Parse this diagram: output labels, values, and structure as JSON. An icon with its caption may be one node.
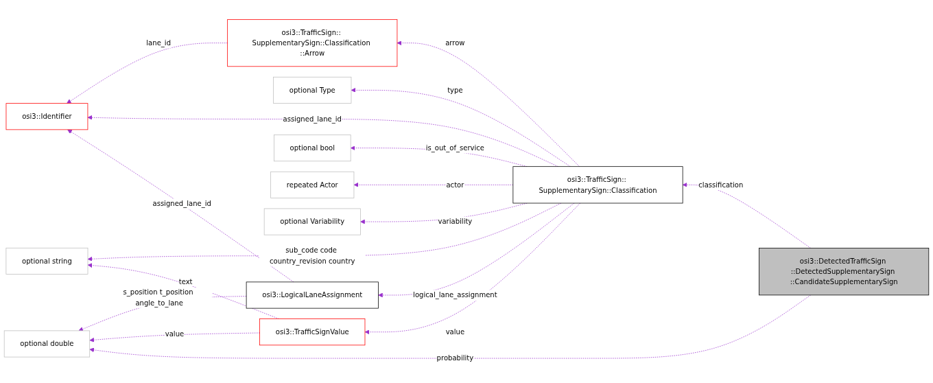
{
  "diagram": {
    "nodes": [
      {
        "text": [
          "osi3::TrafficSign:: SupplementarySign::Classification ::Arrow"
        ]
      },
      {
        "text": [
          "osi3::Identifier"
        ]
      },
      {
        "text": [
          "optional string"
        ]
      },
      {
        "text": [
          "optional Type"
        ]
      },
      {
        "text": [
          "osi3::LogicalLaneAssignment"
        ]
      },
      {
        "text": [
          "osi3::TrafficSign:: SupplementarySign::Classification"
        ]
      },
      {
        "text": [
          "optional bool"
        ]
      },
      {
        "text": [
          "repeated Actor"
        ]
      },
      {
        "text": [
          "optional Variability"
        ]
      },
      {
        "text": [
          "optional double"
        ]
      },
      {
        "text": [
          "osi3::TrafficSignValue"
        ]
      },
      {
        "text": [
          "osi3::DetectedTrafficSign ::DetectedSupplementarySign ::CandidateSupplementarySign"
        ]
      }
    ],
    "edges": [
      {
        "from": 0,
        "to": 1,
        "arrow": "to",
        "label": "lane_id",
        "style": "dashed"
      },
      {
        "from": 5,
        "to": 0,
        "arrow": "to",
        "label": "arrow",
        "style": "dashed"
      },
      {
        "from": 5,
        "to": 1,
        "arrow": "to",
        "label": "assigned_lane_id",
        "style": "dashed"
      },
      {
        "from": 4,
        "to": 1,
        "arrow": "to",
        "label": "assigned_lane_id",
        "style": "dashed"
      },
      {
        "from": 5,
        "to": 2,
        "arrow": "to",
        "label": "sub_code code country_revision country",
        "style": "dashed"
      },
      {
        "from": 10,
        "to": 2,
        "arrow": "to",
        "label": "text",
        "style": "dashed"
      },
      {
        "from": 5,
        "to": 3,
        "arrow": "to",
        "label": "type",
        "style": "dashed"
      },
      {
        "from": 5,
        "to": 4,
        "arrow": "to",
        "label": "logical_lane_assignment",
        "style": "dashed"
      },
      {
        "from": 4,
        "to": 9,
        "arrow": "to",
        "label": "s_position t_position angle_to_lane",
        "style": "dashed"
      },
      {
        "from": 5,
        "to": 6,
        "arrow": "to",
        "label": "is_out_of_service",
        "style": "dashed"
      },
      {
        "from": 5,
        "to": 7,
        "arrow": "to",
        "label": "actor",
        "style": "dashed"
      },
      {
        "from": 5,
        "to": 8,
        "arrow": "to",
        "label": "variability",
        "style": "dashed"
      },
      {
        "from": 5,
        "to": 10,
        "arrow": "to",
        "label": "value",
        "style": "dashed"
      },
      {
        "from": 10,
        "to": 9,
        "arrow": "to",
        "label": "value",
        "style": "dashed"
      },
      {
        "from": 11,
        "to": 5,
        "arrow": "to",
        "label": "classification",
        "style": "dashed"
      },
      {
        "from": 11,
        "to": 9,
        "arrow": "to",
        "label": "probability",
        "style": "dashed"
      }
    ]
  }
}
